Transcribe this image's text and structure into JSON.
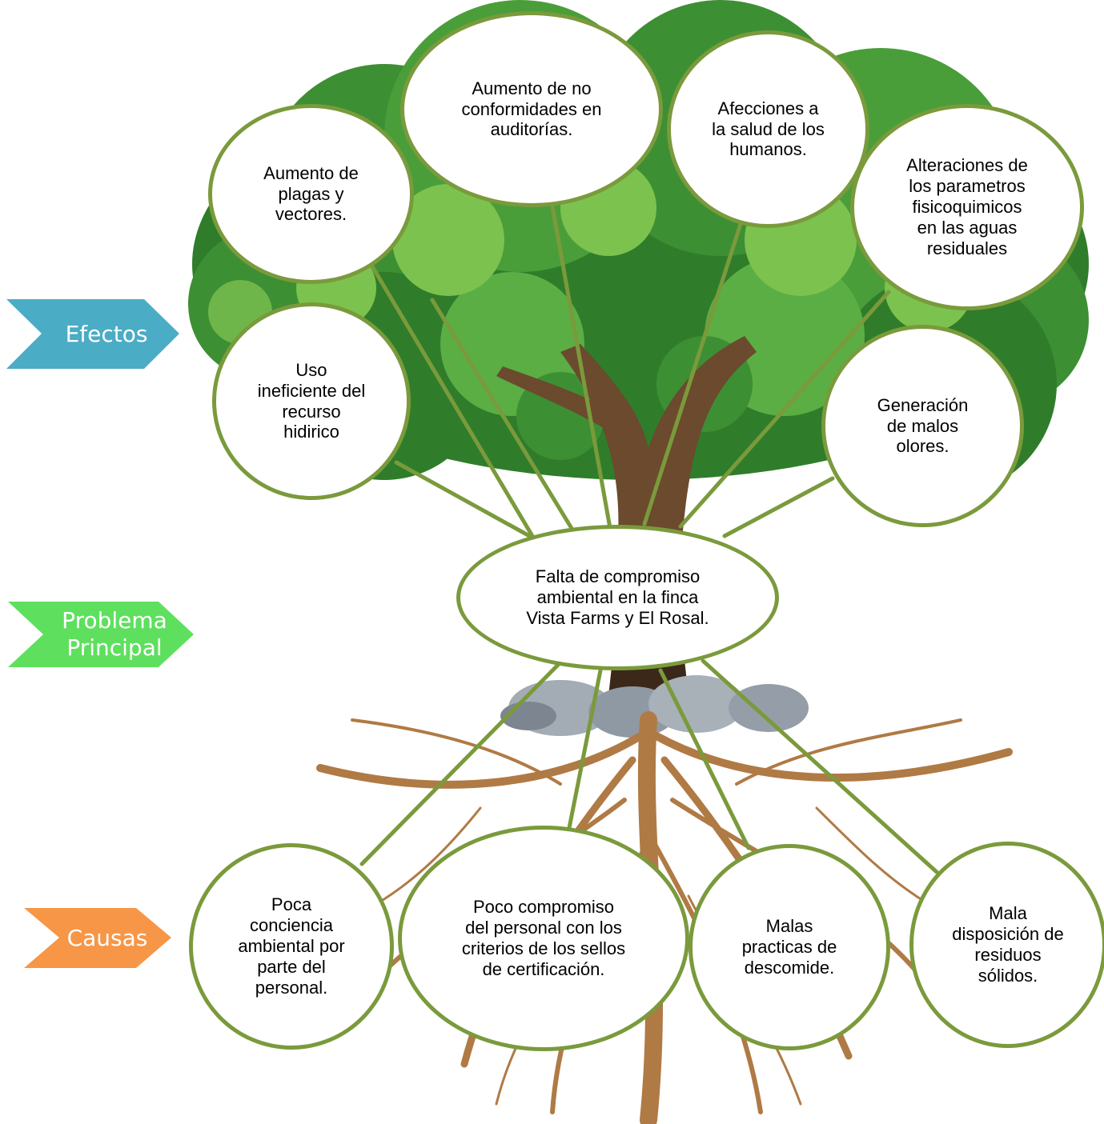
{
  "colors": {
    "efectos": "#4bacc6",
    "problema": "#5ee05e",
    "causas": "#f79646",
    "node_border": "#7a9a3c",
    "connector": "#7a9a3c",
    "foliage_dark": "#2f7d2a",
    "foliage_mid": "#4a9e3a",
    "foliage_light": "#7cc24f",
    "trunk": "#6b4a2e",
    "roots": "#b07a45",
    "rocks": "#9aa3ad"
  },
  "labels": {
    "efectos": "Efectos",
    "problema": "Problema\nPrincipal",
    "causas": "Causas"
  },
  "problem": "Falta de compromiso\nambiental en la finca\nVista Farms y El Rosal.",
  "effects": [
    "Aumento de\nplagas y\nvectores.",
    "Aumento de no\nconformidades en\nauditorías.",
    "Afecciones a\nla salud de los\nhumanos.",
    "Alteraciones de\nlos parametros\nfisicoquimicos\nen las aguas\nresiduales",
    "Uso\nineficiente del\nrecurso\nhidirico",
    "Generación\nde malos\nolores."
  ],
  "causes": [
    "Poca\nconciencia\nambiental por\nparte del\npersonal.",
    "Poco compromiso\ndel personal con los\ncriterios de los sellos\nde certificación.",
    "Malas\npracticas de\ndescomide.",
    "Mala\ndisposición de\nresiduos\nsólidos."
  ]
}
